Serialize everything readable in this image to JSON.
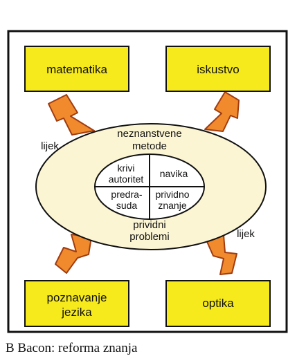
{
  "boxes": {
    "top_left": "matematika",
    "top_right": "iskustvo",
    "bottom_left": [
      "poznavanje",
      "jezika"
    ],
    "bottom_right": "optika"
  },
  "ellipse": {
    "title": [
      "neznanstvene",
      "metode"
    ],
    "bottom": [
      "prividni",
      "problemi"
    ]
  },
  "circle": {
    "top_left": [
      "krivi",
      "autoritet"
    ],
    "top_right": "navika",
    "bottom_left": [
      "predra-",
      "suda"
    ],
    "bottom_right": [
      "prividno",
      "znanje"
    ]
  },
  "labels": {
    "left": "lijek",
    "right": "lijek"
  },
  "caption": "B Bacon: reforma znanja",
  "colors": {
    "box_fill": "#f6ea1c",
    "ellipse_fill": "#fbf5d4",
    "arrow_fill": "#f08a2c",
    "arrow_stroke": "#a03c10",
    "frame": "#111111"
  }
}
